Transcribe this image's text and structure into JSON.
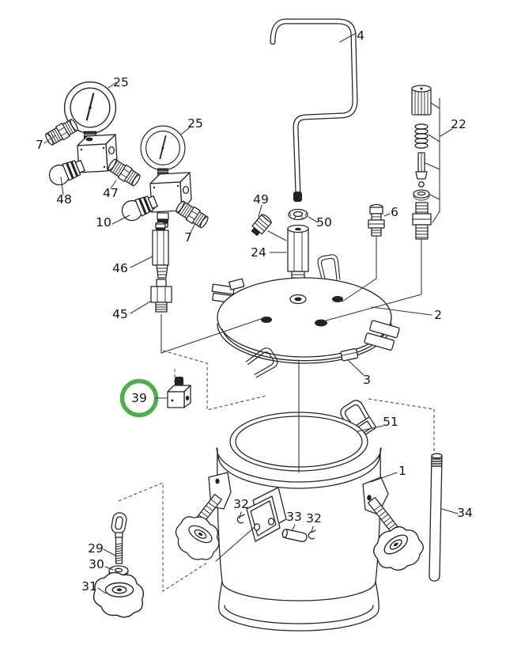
{
  "diagram": {
    "type": "exploded-parts-diagram",
    "subject": "pressure tank assembly",
    "background_color": "#ffffff",
    "line_color": "#262626",
    "highlight_color": "#4cb04a",
    "highlighted_part": "39"
  },
  "labels": {
    "p4": "4",
    "p25a": "25",
    "p25b": "25",
    "p7a": "7",
    "p7b": "7",
    "p48": "48",
    "p47": "47",
    "p10": "10",
    "p46": "46",
    "p45": "45",
    "p49": "49",
    "p50": "50",
    "p24": "24",
    "p6": "6",
    "p22": "22",
    "p2": "2",
    "p3": "3",
    "p39": "39",
    "p51": "51",
    "p1": "1",
    "p32a": "32",
    "p33": "33",
    "p32b": "32",
    "p29": "29",
    "p30": "30",
    "p31": "31",
    "p34": "34"
  }
}
